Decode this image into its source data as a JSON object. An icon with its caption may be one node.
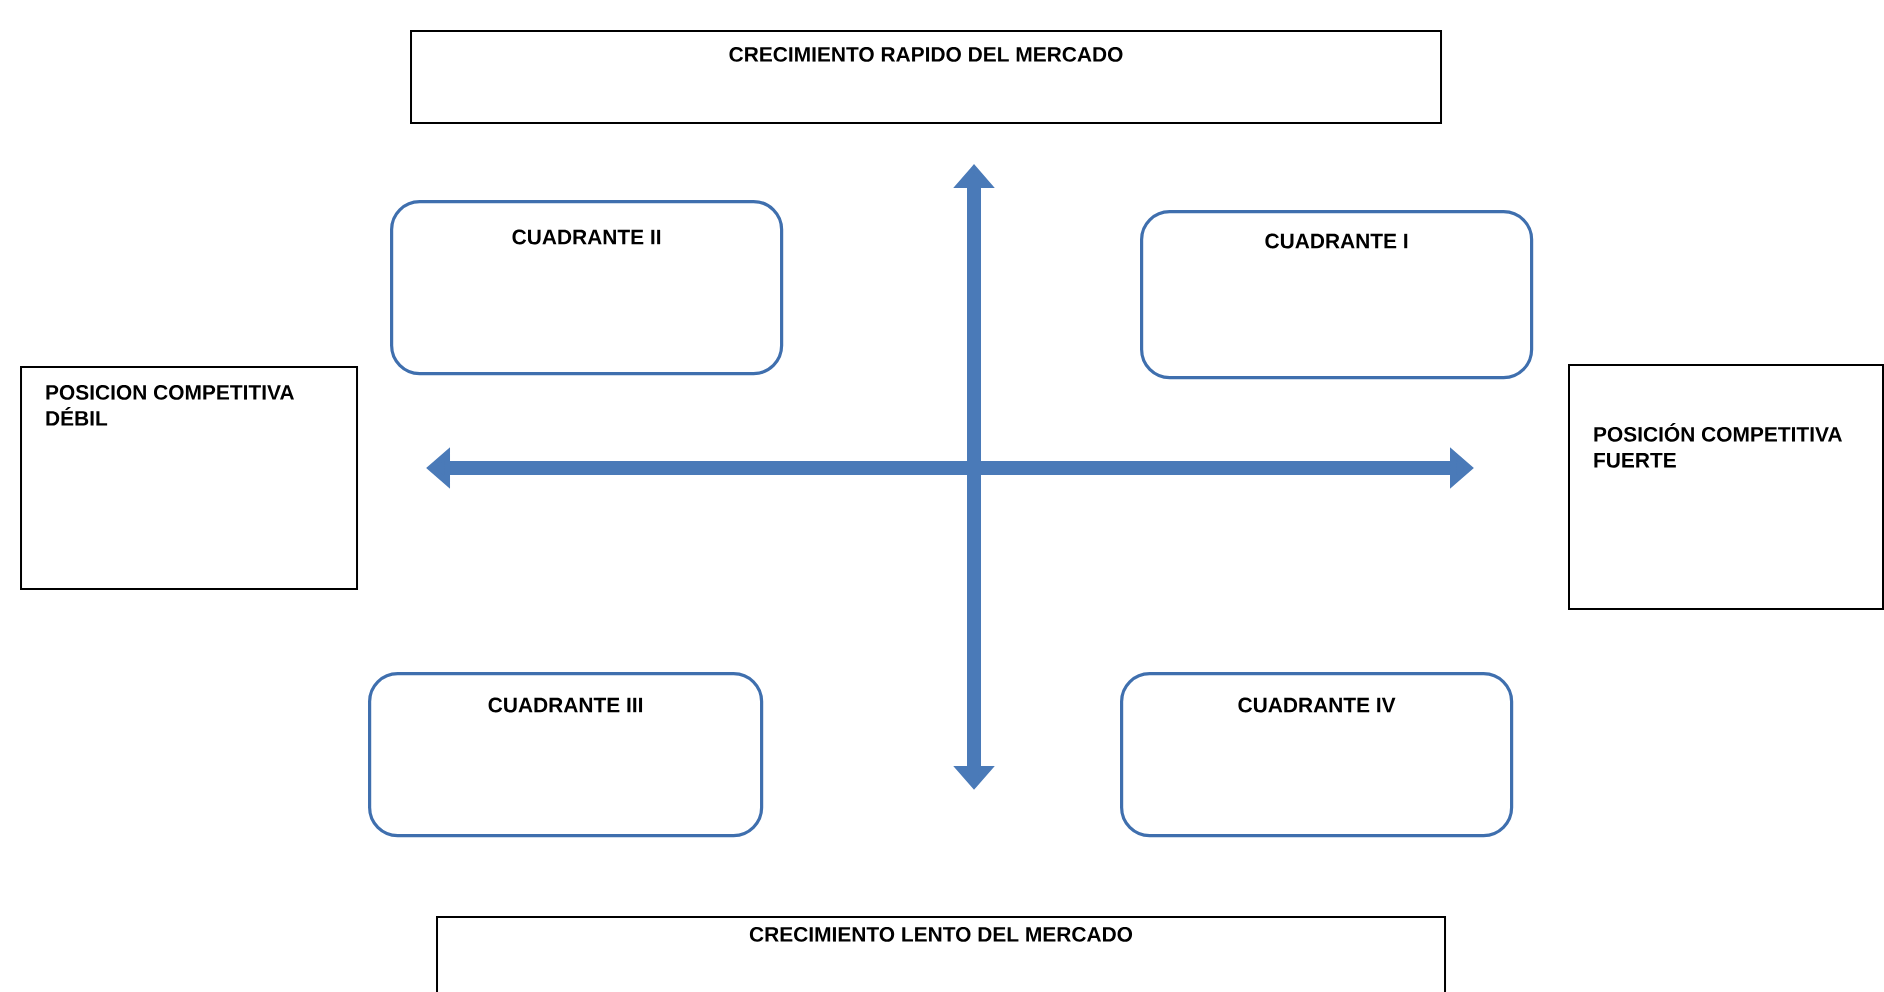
{
  "diagram": {
    "nodes": [
      {
        "text": [
          "CRECIMIENTO RAPIDO DEL MERCADO"
        ]
      },
      {
        "text": [
          "CUADRANTE II"
        ]
      },
      {
        "text": [
          "CUADRANTE I"
        ]
      },
      {
        "text": [
          "POSICION COMPETITIVA DÉBIL"
        ]
      },
      {
        "text": [
          "POSICIÓN COMPETITIVA FUERTE"
        ]
      },
      {
        "text": [
          "CUADRANTE III"
        ]
      },
      {
        "text": [
          "CUADRANTE IV"
        ]
      },
      {
        "text": [
          "CRECIMIENTO LENTO DEL MERCADO"
        ]
      }
    ]
  }
}
